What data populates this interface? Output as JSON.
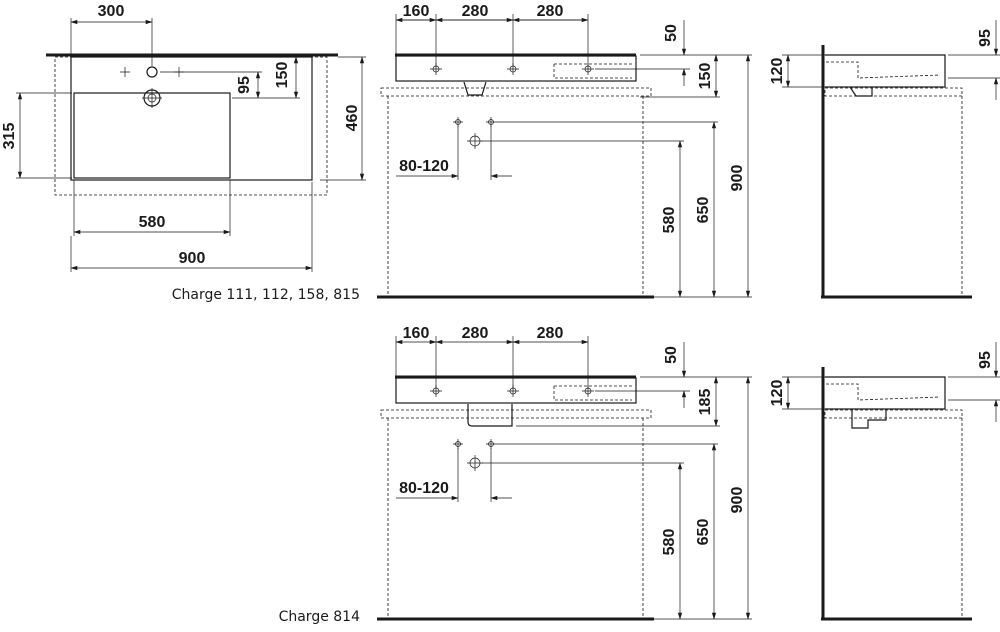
{
  "top_view": {
    "dims": {
      "d300": "300",
      "d150": "150",
      "d95": "95",
      "d315": "315",
      "d460": "460",
      "d580": "580",
      "d900": "900"
    }
  },
  "front_view_1": {
    "dims": {
      "d160": "160",
      "d280a": "280",
      "d280b": "280",
      "d50": "50",
      "d150": "150",
      "d900": "900",
      "d650": "650",
      "d580": "580",
      "d80_120": "80-120"
    },
    "caption": "Charge 111, 112, 158, 815"
  },
  "side_view_1": {
    "dims": {
      "d95": "95",
      "d120": "120"
    }
  },
  "front_view_2": {
    "dims": {
      "d160": "160",
      "d280a": "280",
      "d280b": "280",
      "d50": "50",
      "d185": "185",
      "d900": "900",
      "d650": "650",
      "d580": "580",
      "d80_120": "80-120"
    },
    "caption": "Charge 814"
  },
  "side_view_2": {
    "dims": {
      "d95": "95",
      "d120": "120"
    }
  }
}
